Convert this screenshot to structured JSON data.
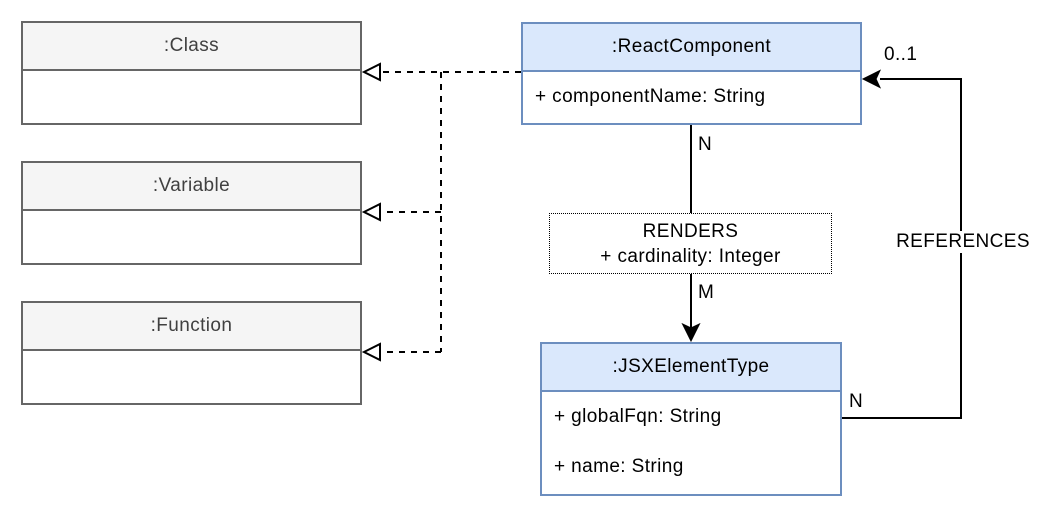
{
  "diagram": {
    "nodes": {
      "class_node": {
        "title": ":Class"
      },
      "variable_node": {
        "title": ":Variable"
      },
      "function_node": {
        "title": ":Function"
      },
      "react_component": {
        "title": ":ReactComponent",
        "attributes": [
          "+ componentName: String"
        ]
      },
      "renders_relation": {
        "title": "RENDERS",
        "attributes": [
          "+ cardinality: Integer"
        ]
      },
      "jsx_element_type": {
        "title": ":JSXElementType",
        "attributes": [
          "+ globalFqn: String",
          "+ name: String"
        ]
      }
    },
    "edges": {
      "renders_source_cardinality": "N",
      "renders_target_cardinality": "M",
      "references_label": "REFERENCES",
      "references_source_cardinality": "N",
      "references_target_cardinality": "0..1"
    },
    "colors": {
      "blue_fill": "#dae8fc",
      "blue_stroke": "#6c8ebf",
      "gray_fill": "#f5f5f5",
      "gray_stroke": "#666666",
      "gray_text": "#404040",
      "line_color": "#000000"
    }
  }
}
